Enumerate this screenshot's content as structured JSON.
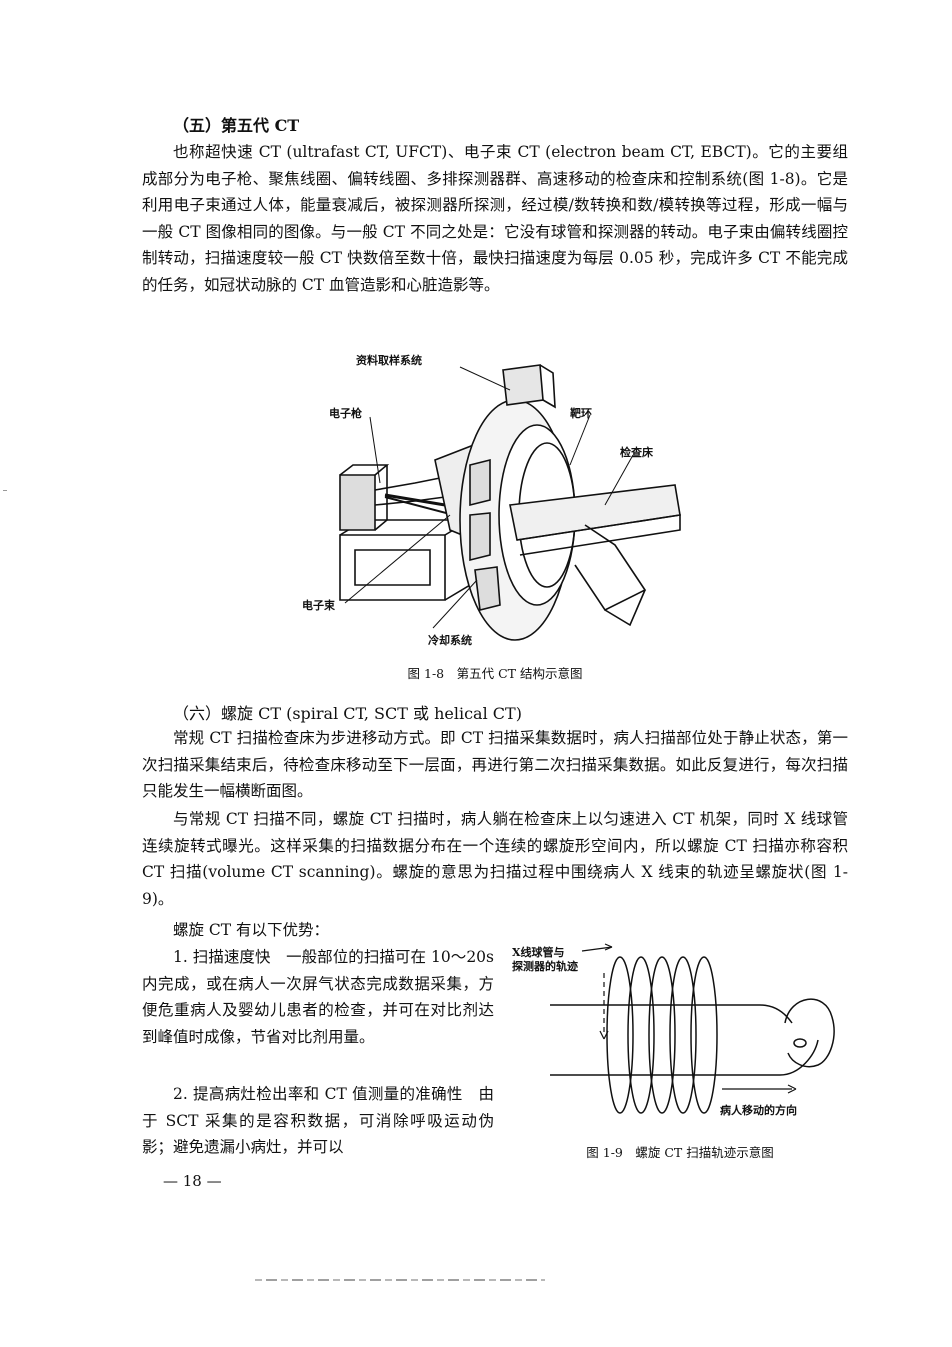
{
  "section5": {
    "heading": "（五）第五代 CT",
    "body": "也称超快速 CT (ultrafast CT, UFCT)、电子束 CT (electron beam CT, EBCT)。它的主要组成部分为电子枪、聚焦线圈、偏转线圈、多排探测器群、高速移动的检查床和控制系统(图 1-8)。它是利用电子束通过人体，能量衰减后，被探测器所探测，经过模/数转换和数/模转换等过程，形成一幅与一般 CT 图像相同的图像。与一般 CT 不同之处是：它没有球管和探测器的转动。电子束由偏转线圈控制转动，扫描速度较一般 CT 快数倍至数十倍，最快扫描速度为每层 0.05 秒，完成许多 CT 不能完成的任务，如冠状动脉的 CT 血管造影和心脏造影等。"
  },
  "figure8": {
    "labels": {
      "data_sampling": "资料取样系统",
      "electron_gun": "电子枪",
      "target_ring": "靶环",
      "exam_table": "检查床",
      "electron_beam": "电子束",
      "cooling": "冷却系统"
    },
    "caption": "图 1-8　第五代 CT 结构示意图"
  },
  "section6": {
    "heading": "（六）螺旋 CT (spiral CT, SCT 或 helical CT)",
    "p1": "常规 CT 扫描检查床为步进移动方式。即 CT 扫描采集数据时，病人扫描部位处于静止状态，第一次扫描采集结束后，待检查床移动至下一层面，再进行第二次扫描采集数据。如此反复进行，每次扫描只能发生一幅横断面图。",
    "p2": "与常规 CT 扫描不同，螺旋 CT 扫描时，病人躺在检查床上以匀速进入 CT 机架，同时 X 线球管连续旋转式曝光。这样采集的扫描数据分布在一个连续的螺旋形空间内，所以螺旋 CT 扫描亦称容积 CT 扫描(volume CT scanning)。螺旋的意思为扫描过程中围绕病人 X 线束的轨迹呈螺旋状(图 1-9)。",
    "p3": "螺旋 CT 有以下优势：",
    "p4": "1. 扫描速度快　一般部位的扫描可在 10～20s 内完成，或在病人一次屏气状态完成数据采集，方便危重病人及婴幼儿患者的检查，并可在对比剂达到峰值时成像，节省对比剂用量。",
    "p5": "2. 提高病灶检出率和 CT 值测量的准确性　由于 SCT 采集的是容积数据，可消除呼吸运动伪影；避免遗漏小病灶，并可以"
  },
  "figure9": {
    "label_track_1": "X线球管与",
    "label_track_2": "探测器的轨迹",
    "label_direction": "病人移动的方向",
    "caption": "图 1-9　螺旋 CT 扫描轨迹示意图"
  },
  "page_number": "— 18 —"
}
